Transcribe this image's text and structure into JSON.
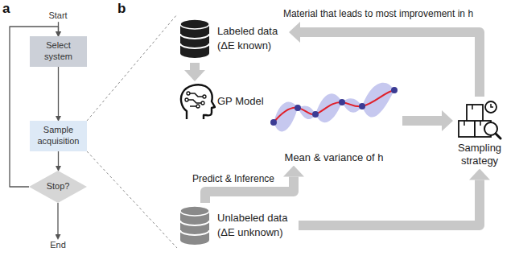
{
  "diagram": {
    "nodes": [
      {
        "text": [
          "Start"
        ]
      },
      {
        "text": [
          "Select system"
        ]
      },
      {
        "text": [
          "Sample acquisition"
        ]
      },
      {
        "text": [
          "Stop?"
        ]
      },
      {
        "text": [
          "End"
        ]
      },
      {
        "text": [
          "Labeled data (ΔE known)"
        ]
      },
      {
        "text": [
          "GP Model"
        ]
      },
      {
        "text": [
          "Mean & variance of h"
        ]
      },
      {
        "text": [
          "Sampling strategy"
        ]
      },
      {
        "text": [
          "Unlabeled data (ΔE unknown)"
        ]
      }
    ],
    "edges": [
      {
        "from": 0,
        "to": 1,
        "arrow": "to"
      },
      {
        "from": 1,
        "to": 2,
        "arrow": "to"
      },
      {
        "from": 2,
        "to": 3,
        "arrow": "to"
      },
      {
        "from": 3,
        "to": 4,
        "arrow": "to"
      },
      {
        "from": 3,
        "to": 1,
        "arrow": "to"
      },
      {
        "from": 2,
        "to": 5,
        "arrow": "none"
      },
      {
        "from": 2,
        "to": 9,
        "arrow": "none"
      },
      {
        "from": 5,
        "to": 6,
        "arrow": "to"
      },
      {
        "from": 9,
        "to": 7,
        "label": "Predict & Inference",
        "arrow": "to"
      },
      {
        "from": 7,
        "to": 8,
        "arrow": "to"
      },
      {
        "from": 9,
        "to": 8,
        "arrow": "to"
      },
      {
        "from": 8,
        "to": 5,
        "label": "Material that leads to most improvement in h",
        "arrow": "to"
      }
    ],
    "labels": [
      "a",
      "b"
    ]
  }
}
